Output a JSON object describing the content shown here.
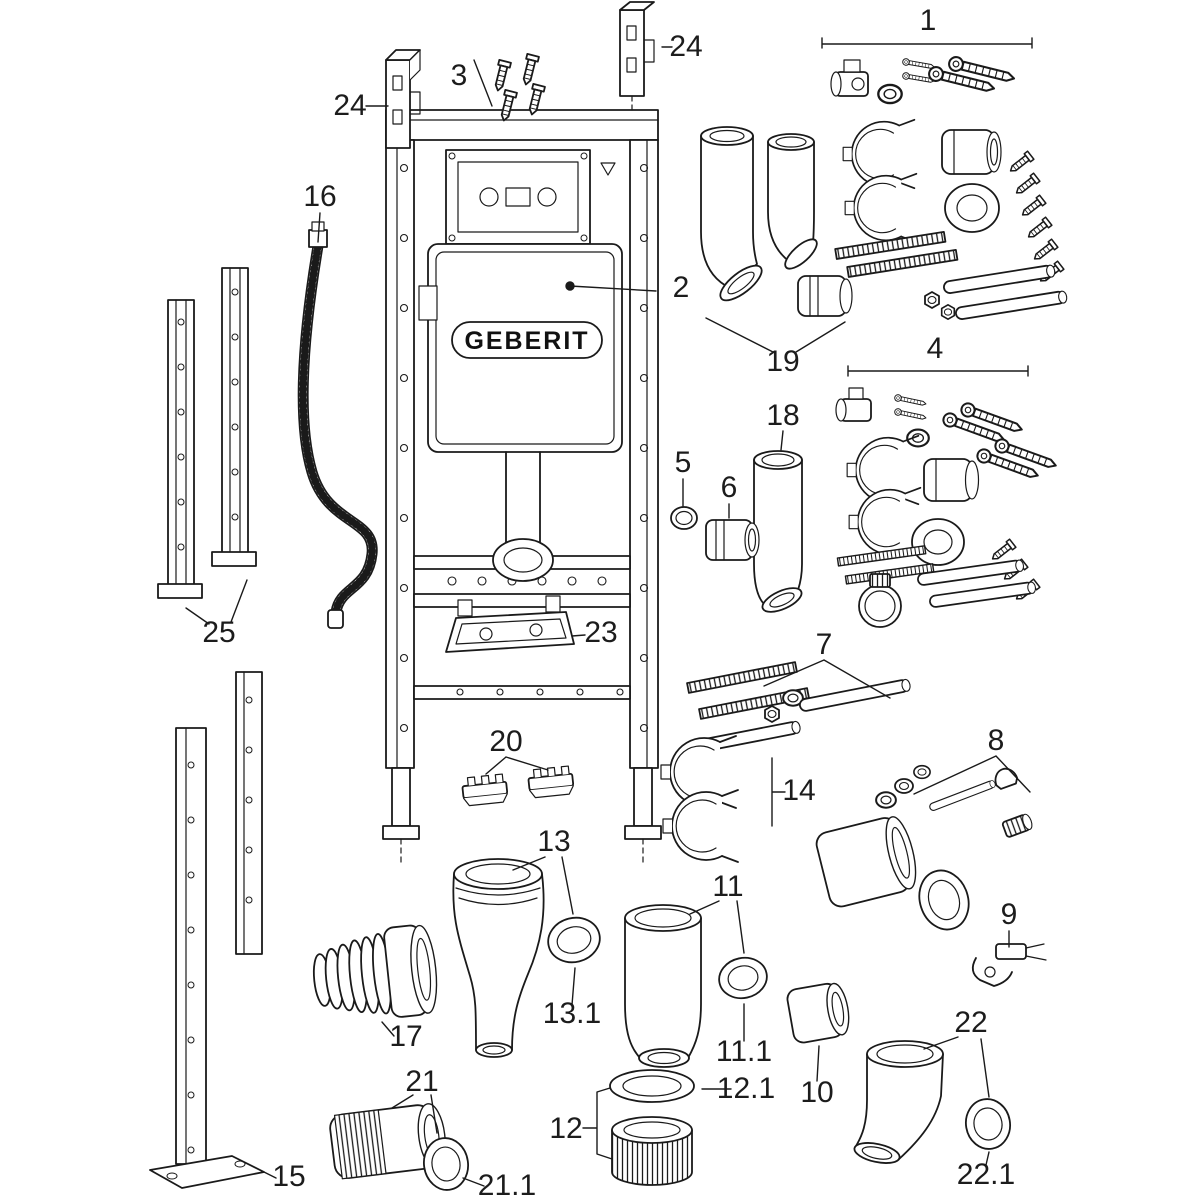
{
  "figure": {
    "brand_label": "GEBERIT",
    "colors": {
      "line": "#1a1a1a",
      "background": "#ffffff",
      "label": "#1c1c1c"
    },
    "callouts": [
      {
        "part": "fastening-set-top",
        "label": "1"
      },
      {
        "part": "concealed-cistern",
        "label": "2"
      },
      {
        "part": "screw-set",
        "label": "3"
      },
      {
        "part": "fastening-set-mid",
        "label": "4"
      },
      {
        "part": "seal-ring",
        "label": "5"
      },
      {
        "part": "socket-coupling",
        "label": "6"
      },
      {
        "part": "threaded-rod-set",
        "label": "7"
      },
      {
        "part": "connection-set",
        "label": "8"
      },
      {
        "part": "fixing-bracket",
        "label": "9"
      },
      {
        "part": "connector-sleeve",
        "label": "10"
      },
      {
        "part": "pan-connector-bend",
        "label": "11"
      },
      {
        "part": "pan-connector-seal",
        "label": "11.1"
      },
      {
        "part": "gasket-set",
        "label": "12"
      },
      {
        "part": "flat-gasket",
        "label": "12.1"
      },
      {
        "part": "flush-bend",
        "label": "13"
      },
      {
        "part": "flush-bend-seal",
        "label": "13.1"
      },
      {
        "part": "pipe-clamps",
        "label": "14"
      },
      {
        "part": "support-foot",
        "label": "15"
      },
      {
        "part": "water-supply-hose",
        "label": "16"
      },
      {
        "part": "bellows-connector",
        "label": "17"
      },
      {
        "part": "flush-pipe",
        "label": "18"
      },
      {
        "part": "flush-pipe-bends",
        "label": "19"
      },
      {
        "part": "fixing-clips",
        "label": "20"
      },
      {
        "part": "double-socket",
        "label": "21"
      },
      {
        "part": "double-socket-seal",
        "label": "21.1"
      },
      {
        "part": "outlet-bend",
        "label": "22"
      },
      {
        "part": "outlet-bend-seal",
        "label": "22.1"
      },
      {
        "part": "support-bracket",
        "label": "23"
      },
      {
        "part": "wall-anchor-left",
        "label": "24"
      },
      {
        "part": "wall-anchor-right",
        "label": "24"
      },
      {
        "part": "mounting-rails",
        "label": "25"
      }
    ]
  }
}
